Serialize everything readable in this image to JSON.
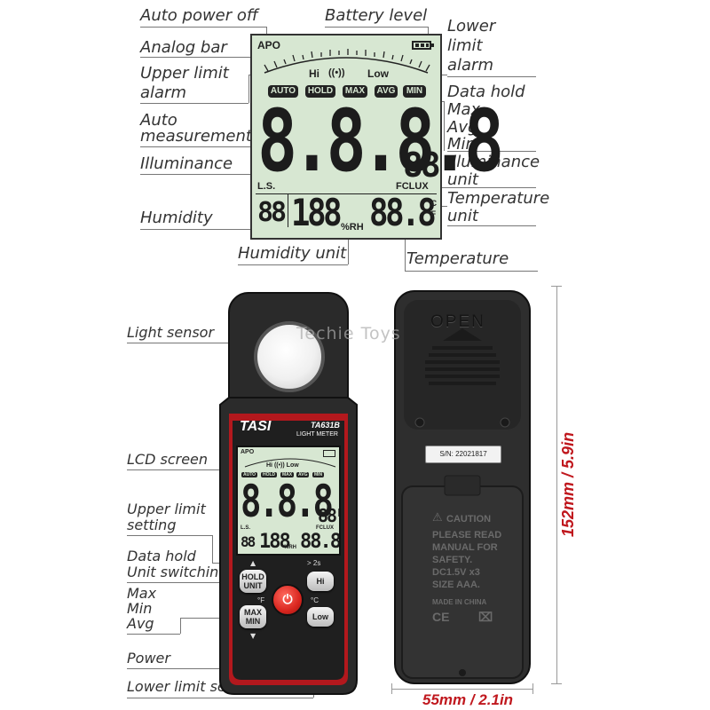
{
  "top_labels": {
    "auto_power_off": "Auto power off",
    "analog_bar": "Analog bar",
    "upper_limit_alarm": [
      "Upper limit",
      "alarm"
    ],
    "auto_measurement": [
      "Auto",
      "measurement"
    ],
    "illuminance": "Illuminance",
    "humidity": "Humidity",
    "humidity_unit": "Humidity unit",
    "battery_level": "Battery level",
    "lower_limit_alarm": [
      "Lower",
      "limit",
      "alarm"
    ],
    "data_hold": "Data hold",
    "max": "Max",
    "avg": "Avg",
    "min": "Min",
    "illuminance_unit": [
      "Illuminance",
      "unit"
    ],
    "temperature_unit": [
      "Temperature",
      "unit"
    ],
    "temperature": "Temperature"
  },
  "lcd": {
    "apo": "APO",
    "hi": "Hi",
    "alarm_symbol": "((•))",
    "low": "Low",
    "modes": [
      "AUTO",
      "HOLD",
      "MAX",
      "AVG",
      "MIN"
    ],
    "main_digits": "8.8.8.8",
    "small_digits": "88",
    "ls": "L.S.",
    "fclux": "FCLUX",
    "sub_left": "88",
    "humidity_digits": "188",
    "rh": "%RH",
    "temp_digits": "88.8",
    "temp_units": [
      "°C",
      "°F"
    ]
  },
  "device_labels": {
    "light_sensor": "Light sensor",
    "lcd_screen": "LCD screen",
    "upper_limit_setting": [
      "Upper limit",
      "setting"
    ],
    "data_hold": "Data hold",
    "unit_switching": "Unit switching",
    "max": "Max",
    "min": "Min",
    "avg": "Avg",
    "power": "Power",
    "lower_limit_setting": "Lower limit setting"
  },
  "device": {
    "brand": "TASI",
    "model": "TA631B",
    "type": "LIGHT METER",
    "mini_apo": "APO",
    "mini_modes": [
      "AUTO",
      "HOLD",
      "MAX",
      "AVG",
      "MIN"
    ],
    "mini_main": "8.8.8.8",
    "mini_small": "88",
    "mini_ls": "L.S.",
    "mini_fclux": "FCLUX",
    "mini_sub": "88",
    "mini_hum": "188",
    "mini_rh": "%RH",
    "mini_temp": "88.8",
    "btn_hold": [
      "HOLD",
      "UNIT"
    ],
    "btn_hi": "Hi",
    "btn_max": [
      "MAX",
      "MIN"
    ],
    "btn_low": "Low",
    "btn_2s": "> 2s",
    "deg_f": "°F",
    "deg_c": "°C",
    "up": "▲",
    "down": "▼"
  },
  "back": {
    "open": "OPEN",
    "serial": "S/N: 22021817",
    "caution": "CAUTION",
    "caution_lines": [
      "PLEASE READ",
      "MANUAL FOR",
      "SAFETY.",
      "DC1.5V x3",
      "SIZE AAA."
    ],
    "made_in": "MADE IN CHINA",
    "ce": "CE"
  },
  "watermark": "Techie Toys",
  "dimensions": {
    "height": "152mm / 5.9in",
    "width": "55mm / 2.1in"
  },
  "colors": {
    "lcd_bg": "#d7e7d2",
    "accent_red": "#c0181e",
    "device_body": "#2b2b2b"
  }
}
